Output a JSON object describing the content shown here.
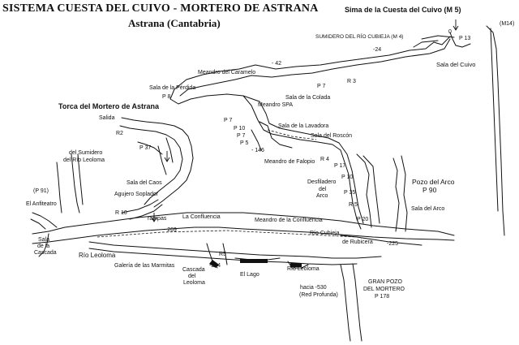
{
  "header": {
    "title": "SISTEMA CUESTA DEL CUIVO - MORTERO DE ASTRANA",
    "subtitle": "Astrana (Cantabria)"
  },
  "entrances": {
    "sima_cuivo": "Sima de la Cuesta del Cuivo (M 5)",
    "torca_mortero": "Torca del Mortero de Astrana"
  },
  "labels": {
    "m14": "(M14)",
    "sumidero_cubieja": "SUMIDERO DEL RÍO CUBIEJA (M 4)",
    "zero": "0",
    "p13": "P 13",
    "minus24": "-24",
    "sala_cuivo": "Sala del Cuivo",
    "minus42": "- 42",
    "meandro_caramelo": "Meandro del Caramelo",
    "sala_perdida": "Sala de la Pérdida",
    "p7_a": "P 7",
    "r3": "R 3",
    "p8": "P 8",
    "sala_colada": "Sala de la Colada",
    "meandro_spa": "Meandro SPA",
    "p7_b": "P 7",
    "p10_a": "P 10",
    "sala_lavadora": "Sala de la Lavadora",
    "p7_c": "P 7",
    "sala_roscon": "Sala del Roscón",
    "p5": "P 5",
    "minus146": "- 146",
    "meandro_falopio": "Meandro de Falopio",
    "r4": "R 4",
    "p17": "P 17",
    "salida": "Salida",
    "r2": "R2",
    "p37": "P 37",
    "del_sumidero": "del Sumidero",
    "del_rio_leoloma": "del Río Leoloma",
    "p91": "(P 91)",
    "sala_caos": "Sala del Caos",
    "agujero_soplador": "Agujero Soplador",
    "desfiladero": "Desfiladero",
    "del": "del",
    "arco": "Arco",
    "p10_b": "P 10",
    "p35": "P 35",
    "pozo_arco": "Pozo del Arco",
    "p90": "P 90",
    "el_anfiteatro": "El Anfiteatro",
    "r10": "R 10",
    "rampas": "rampas",
    "la_confluencia": "La Confluencia",
    "r5_a": "R 5",
    "p20": "P 20",
    "sala_arco": "Sala del Arco",
    "meandro_confluencia": "Meandro de la Confluencia",
    "rio_cubieja": "Río Cubieja",
    "sala_de_la": "Sala",
    "de_la": "de la",
    "cascada": "Cascada",
    "minus269": "- 269",
    "rio_leoloma_a": "Río Leoloma",
    "de_rubicera": "de Rubicera",
    "minus225": "-225",
    "galeria_marmitas": "Galería de las Marmitas",
    "r5_b": "R5",
    "minus284": "-284",
    "cascada_del": "Cascada",
    "del_leoloma": "del",
    "leoloma": "Leoloma",
    "el_lago": "El Lago",
    "rio_leoloma_b": "Río Leoloma",
    "gran_pozo": "GRAN POZO",
    "del_mortero": "DEL MORTERO",
    "p178": "P 178",
    "hacia_530": "hacia -530",
    "red_profunda": "(Red Profunda)"
  },
  "colors": {
    "ink": "#111111",
    "background": "#ffffff"
  }
}
